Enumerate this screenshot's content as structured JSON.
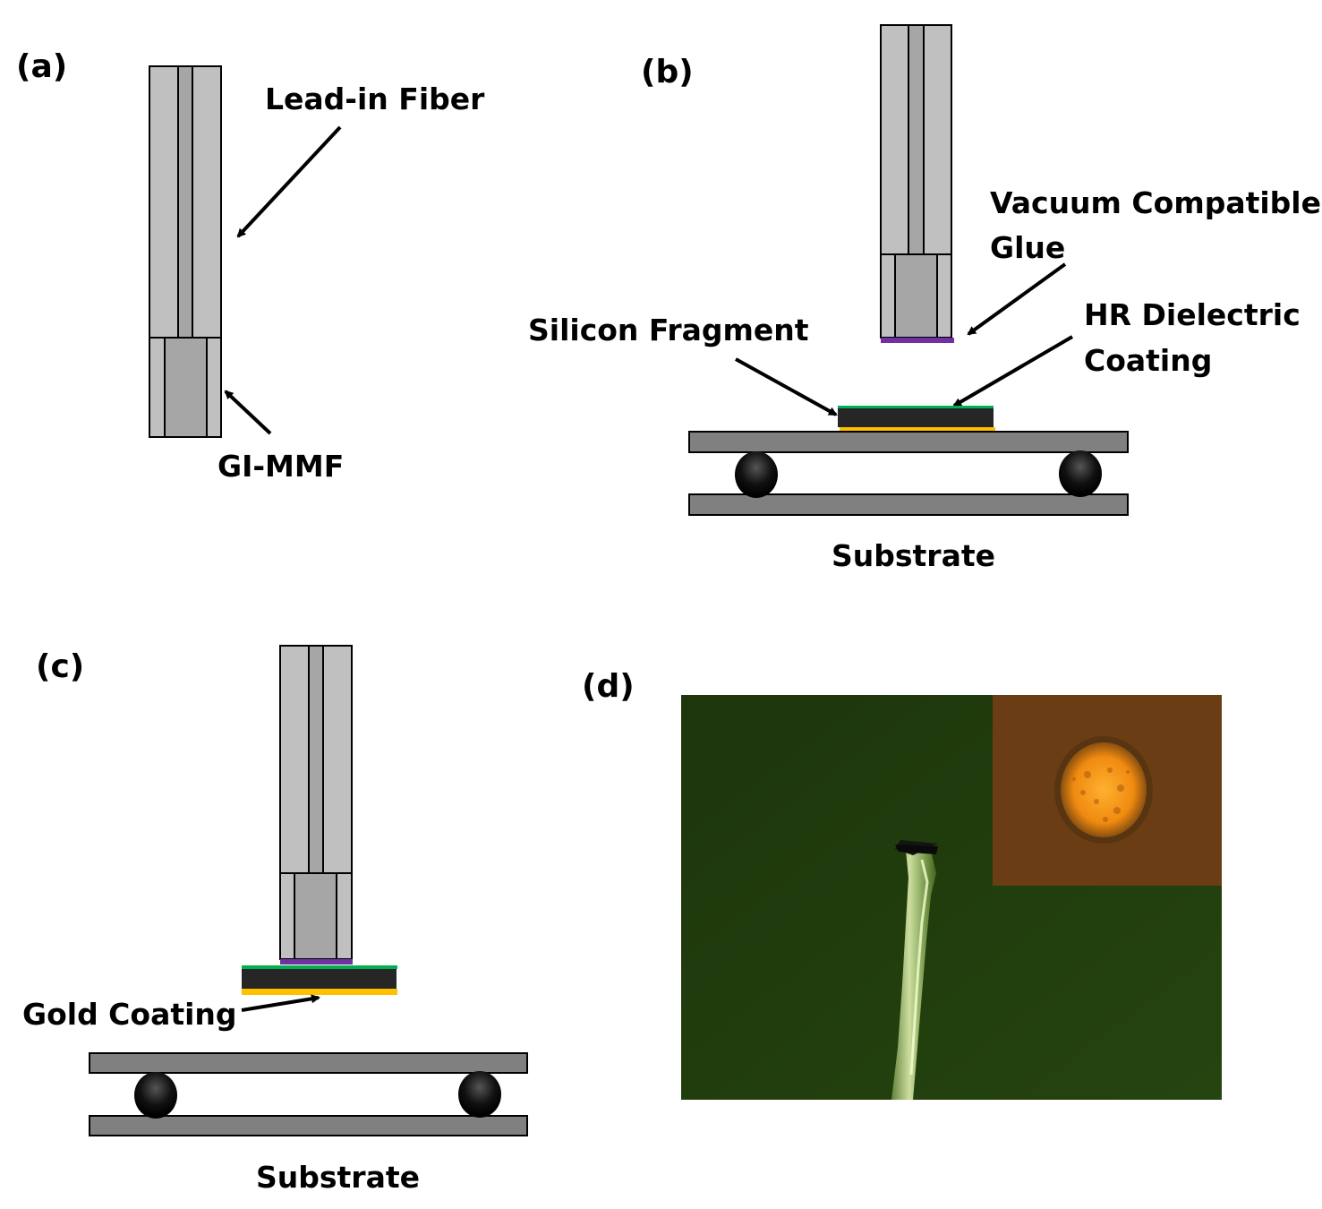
{
  "figure": {
    "panels": [
      {
        "id": "a",
        "label": "(a)"
      },
      {
        "id": "b",
        "label": "(b)"
      },
      {
        "id": "c",
        "label": "(c)"
      },
      {
        "id": "d",
        "label": "(d)"
      }
    ],
    "labels": {
      "lead_in_fiber": "Lead-in Fiber",
      "gi_mmf": "GI-MMF",
      "vacuum_glue_line1": "Vacuum Compatible",
      "vacuum_glue_line2": "Glue",
      "silicon_fragment": "Silicon Fragment",
      "hr_coating_line1": "HR Dielectric",
      "hr_coating_line2": "Coating",
      "substrate_b": "Substrate",
      "gold_coating": "Gold Coating",
      "substrate_c": "Substrate"
    },
    "colors": {
      "fiber_cladding": "#c0c0c0",
      "fiber_core": "#a6a6a6",
      "substrate": "#808080",
      "silicon": "#262626",
      "hr_coating": "#00b050",
      "gold_coating": "#ffc000",
      "glue": "#7030a0",
      "photo_background": "#1f3a0c",
      "inset_background": "#6b3d14",
      "inset_spot": "#ff9a1a"
    }
  }
}
